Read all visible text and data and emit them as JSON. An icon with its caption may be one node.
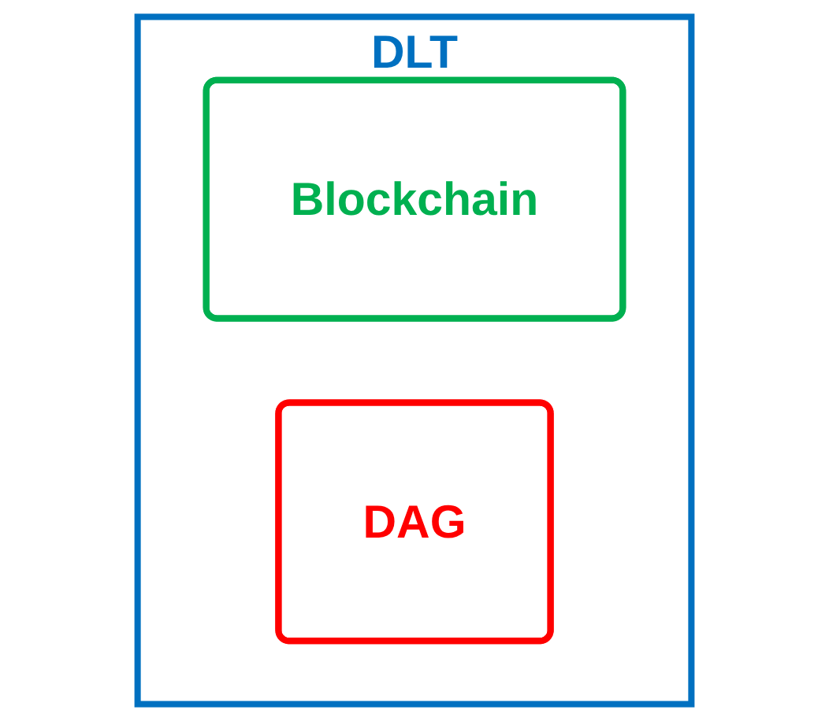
{
  "diagram": {
    "nodes": [
      {
        "text": [
          "DLT"
        ]
      },
      {
        "text": [
          "Blockchain"
        ],
        "in": 0
      },
      {
        "text": [
          "DAG"
        ],
        "in": 0
      }
    ]
  }
}
